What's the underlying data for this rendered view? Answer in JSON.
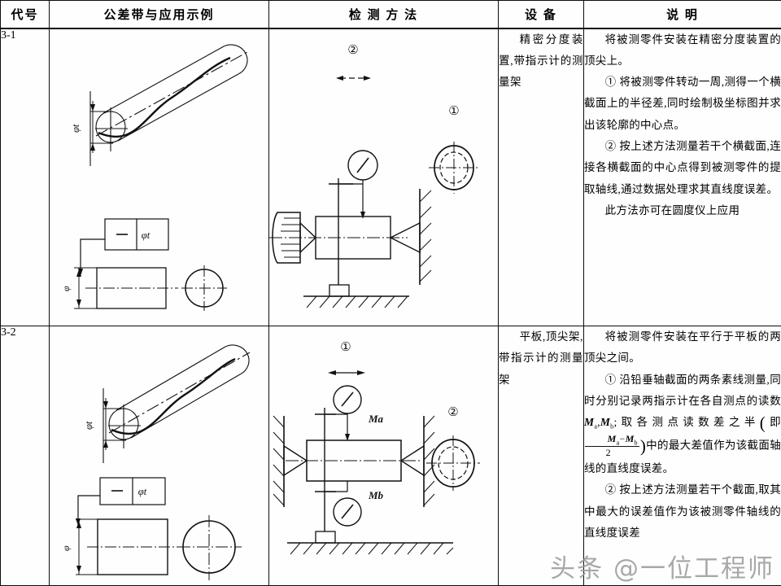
{
  "table": {
    "headers": [
      {
        "key": "code",
        "label": "代号"
      },
      {
        "key": "zone",
        "label": "公差带与应用示例"
      },
      {
        "key": "method",
        "label": "检 测 方 法"
      },
      {
        "key": "equipment",
        "label": "设    备"
      },
      {
        "key": "note",
        "label": "说        明"
      }
    ],
    "rows": [
      {
        "code": "3-1",
        "equipment": "精密分度装置,带指示计的测量架",
        "zone_diagram": {
          "tolerance_label": "φt",
          "frame_symbol": "—",
          "frame_value": "φt",
          "diameter_label": "φ"
        },
        "method_diagram": {
          "callout_top": "②",
          "callout_right": "①"
        },
        "note": {
          "lead": "将被测零件安装在精密分度装置的顶尖上。",
          "item1": "① 将被测零件转动一周,测得一个横截面上的半径差,同时绘制极坐标图并求出该轮廓的中心点。",
          "item2": "② 按上述方法测量若干个横截面,连接各横截面的中心点得到被测零件的提取轴线,通过数据处理求其直线度误差。",
          "tail": "此方法亦可在圆度仪上应用"
        }
      },
      {
        "code": "3-2",
        "equipment": "平板,顶尖架,带指示计的测量架",
        "zone_diagram": {
          "tolerance_label": "φt",
          "frame_symbol": "—",
          "frame_value": "φt",
          "diameter_label": "φ"
        },
        "method_diagram": {
          "callout_top": "①",
          "callout_right": "②",
          "reading_top": "Ma",
          "reading_bottom": "Mb"
        },
        "note": {
          "lead": "将被测零件安装在平行于平板的两顶尖之间。",
          "item1_a": "① 沿铅垂轴截面的两条素线测量,同时分别记录两指示计在各自测点的读数 ",
          "item1_m1": "M",
          "item1_m1sub": "a",
          "item1_b": ",",
          "item1_m2": "M",
          "item1_m2sub": "b",
          "item1_c": ";取各测点读数差之半",
          "item1_paren_open": "(",
          "item1_ji": "即",
          "frac_num_m1": "M",
          "frac_num_m1sub": "a",
          "frac_num_minus": "−",
          "frac_num_m2": "M",
          "frac_num_m2sub": "b",
          "frac_den": "2",
          "item1_paren_close": ")",
          "item1_d": "中的最大差值作为该截面轴线的直线度误差。",
          "item2": "② 按上述方法测量若干个截面,取其中最大的误差值作为该被测零件轴线的直线度误差"
        }
      }
    ]
  },
  "watermark": {
    "text": "头条 @一位工程师",
    "color": "#9a9a9a"
  }
}
